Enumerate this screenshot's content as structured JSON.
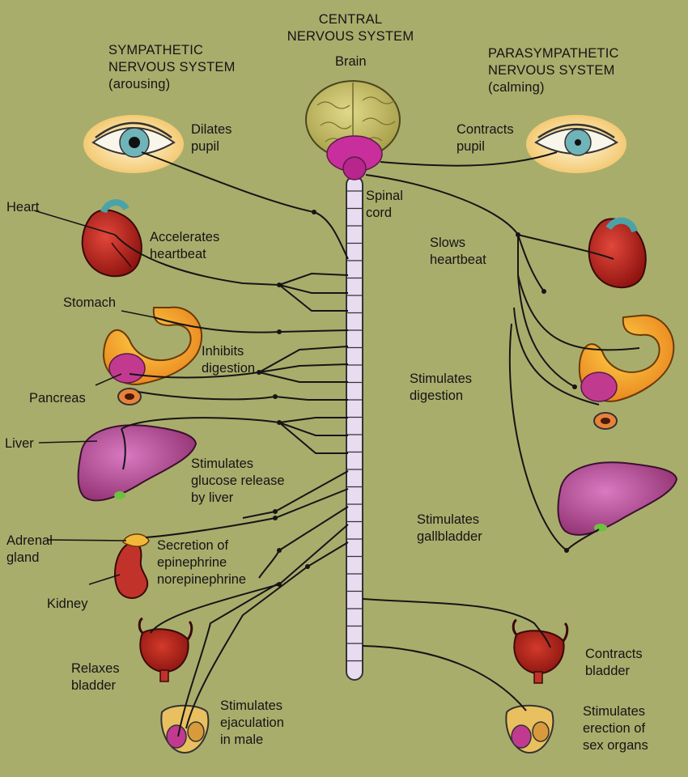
{
  "headers": {
    "sympathetic": "SYMPATHETIC\nNERVOUS SYSTEM\n(arousing)",
    "central": "CENTRAL\nNERVOUS SYSTEM",
    "parasympathetic": "PARASYMPATHETIC\nNERVOUS SYSTEM\n(calming)"
  },
  "labels": {
    "brain": "Brain",
    "spinal_cord": "Spinal\ncord",
    "heart": "Heart",
    "stomach": "Stomach",
    "pancreas": "Pancreas",
    "liver": "Liver",
    "adrenal_gland": "Adrenal\ngland",
    "kidney": "Kidney"
  },
  "sympathetic_effects": {
    "eye": "Dilates\npupil",
    "heart": "Accelerates\nheartbeat",
    "digestion": "Inhibits\ndigestion",
    "liver": "Stimulates\nglucose release\nby liver",
    "adrenal": "Secretion of\nepinephrine\nnorepinephrine",
    "bladder": "Relaxes\nbladder",
    "sex": "Stimulates\nejaculation\nin male"
  },
  "parasympathetic_effects": {
    "eye": "Contracts\npupil",
    "heart": "Slows\nheartbeat",
    "digestion": "Stimulates\ndigestion",
    "gallbladder": "Stimulates\ngallbladder",
    "bladder": "Contracts\nbladder",
    "sex": "Stimulates\nerection of\nsex organs"
  }
}
